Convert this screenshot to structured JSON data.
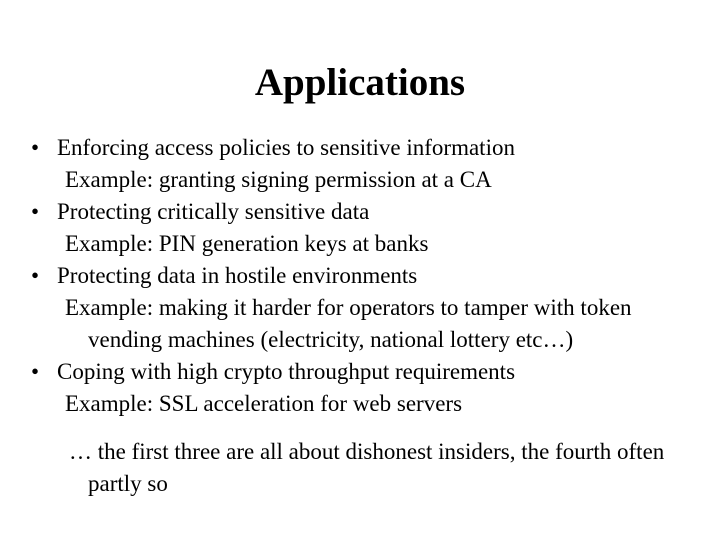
{
  "slide": {
    "title": "Applications",
    "background_color": "#ffffff",
    "text_color": "#000000",
    "bullet_glyph": "•",
    "bullets": [
      {
        "heading": "Enforcing access policies to sensitive information",
        "example_lines": [
          "Example: granting signing permission at a CA"
        ]
      },
      {
        "heading": "Protecting critically sensitive data",
        "example_lines": [
          "Example: PIN generation keys at banks"
        ]
      },
      {
        "heading": "Protecting data in hostile environments",
        "example_lines": [
          "Example: making it harder for operators to tamper with token",
          "vending machines (electricity, national lottery etc…)"
        ]
      },
      {
        "heading": "Coping with high crypto throughput requirements",
        "example_lines": [
          "Example: SSL acceleration for web servers"
        ]
      }
    ],
    "closing": {
      "line1": "… the first three are all about dishonest insiders, the fourth often",
      "line2": "partly so"
    }
  }
}
